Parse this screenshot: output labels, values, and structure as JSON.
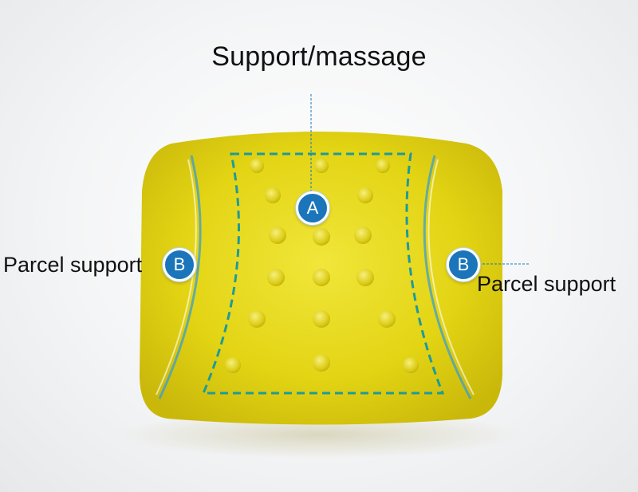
{
  "title": "Support/massage",
  "labels": {
    "left": "Parcel support",
    "right": "Parcel support"
  },
  "badges": {
    "a": "A",
    "b_left": "B",
    "b_right": "B"
  },
  "colors": {
    "cushion": "#e8d91a",
    "accent": "#1a75bb",
    "dash": "#1f9a9a"
  }
}
